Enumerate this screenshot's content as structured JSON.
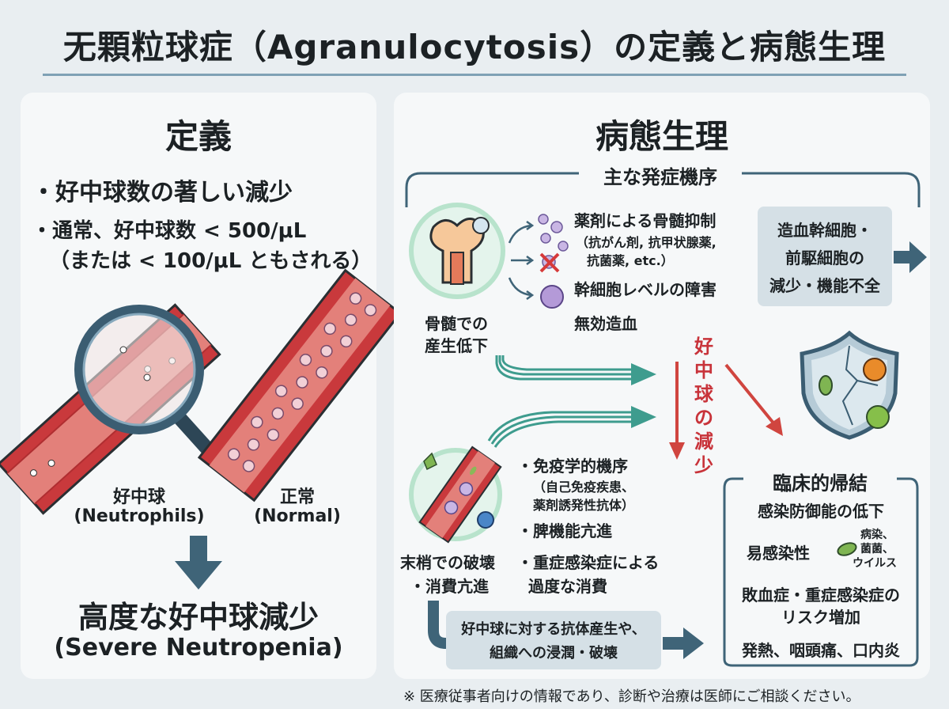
{
  "title": "无顆粒球症（Agranulocytosis）の定義と病態生理",
  "definition": {
    "heading": "定義",
    "bullet1": "・好中球数の著しい減少",
    "bullet2": "・通常、好中球数 < 500/μL",
    "bullet2_sub": "（または < 100/μL ともされる）",
    "label_neutrophils": "好中球",
    "label_neutrophils_en": "(Neutrophils)",
    "label_normal": "正常",
    "label_normal_en": "(Normal)",
    "result": "高度な好中球減少",
    "result_en": "(Severe Neutropenia)"
  },
  "pathophysiology": {
    "heading": "病態生理",
    "mechanisms_heading": "主な発症機序",
    "bone_marrow_label_1": "骨髄での",
    "bone_marrow_label_2": "産生低下",
    "drug_suppression": "薬剤による骨髄抑制",
    "drug_examples_1": "（抗がん剤, 抗甲状腺薬,",
    "drug_examples_2": "抗菌薬, etc.）",
    "stem_cell_disorder": "幹細胞レベルの障害",
    "ineffective": "無効造血",
    "stem_box_1": "造血幹細胞・",
    "stem_box_2": "前駆細胞の",
    "stem_box_3": "減少・機能不全",
    "decrease_label": [
      "好",
      "中",
      "球",
      "の",
      "減",
      "少"
    ],
    "immune": "・免疫学的機序",
    "immune_sub_1": "（自己免疫疾患、",
    "immune_sub_2": "薬剤誘発性抗体）",
    "spleen": "・脾機能亢進",
    "severe_infection_1": "・重症感染症による",
    "severe_infection_2": "過度な消費",
    "peripheral_1": "末梢での破壊",
    "peripheral_2": "・消費亢進",
    "antibody_box_1": "好中球に対する抗体産生や、",
    "antibody_box_2": "組織への浸潤・破壊",
    "clinical_heading": "臨床的帰結",
    "clinical_1": "感染防御能の低下",
    "clinical_2": "易感染性",
    "pathogens_1": "病染、",
    "pathogens_2": "菌菌、",
    "pathogens_3": "ウイルス",
    "clinical_3_1": "敗血症・重症感染症の",
    "clinical_3_2": "リスク増加",
    "clinical_4": "発熱、咽頭痛、口内炎"
  },
  "footnote": "※ 医療従事者向けの情報であり、診断や治療は医師にご相談ください。",
  "colors": {
    "accent_red": "#c8333a",
    "teal_arrow": "#3e9c8e",
    "dark_arrow": "#3f6478",
    "box_bg": "#d5e0e6"
  }
}
